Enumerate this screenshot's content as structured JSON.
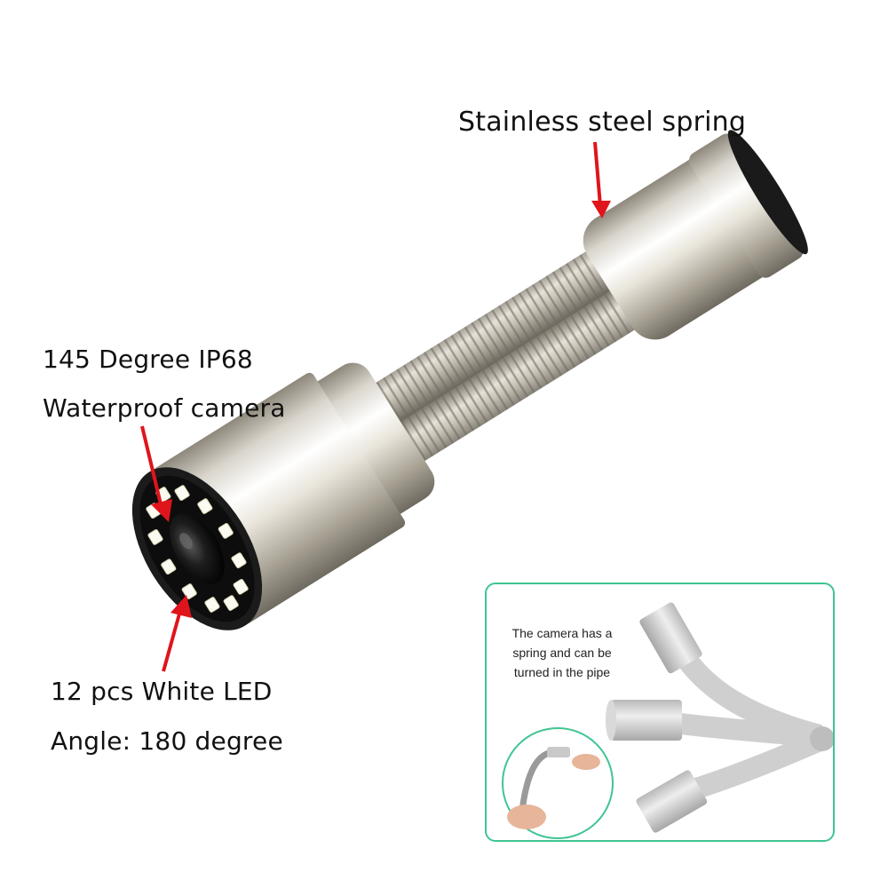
{
  "labels": {
    "spring": "Stainless steel spring",
    "camera_line1": "145 Degree IP68",
    "camera_line2": "Waterproof camera",
    "led": "12 pcs White LED",
    "angle": "Angle: 180 degree"
  },
  "inset": {
    "text_lines": [
      "The camera has a",
      "spring and can be",
      "turned in the pipe"
    ],
    "border_color": "#3fc592"
  },
  "colors": {
    "arrow": "#e0141b",
    "steel_light": "#f1efe8",
    "steel_dark": "#9a958a"
  },
  "led_count": 12
}
